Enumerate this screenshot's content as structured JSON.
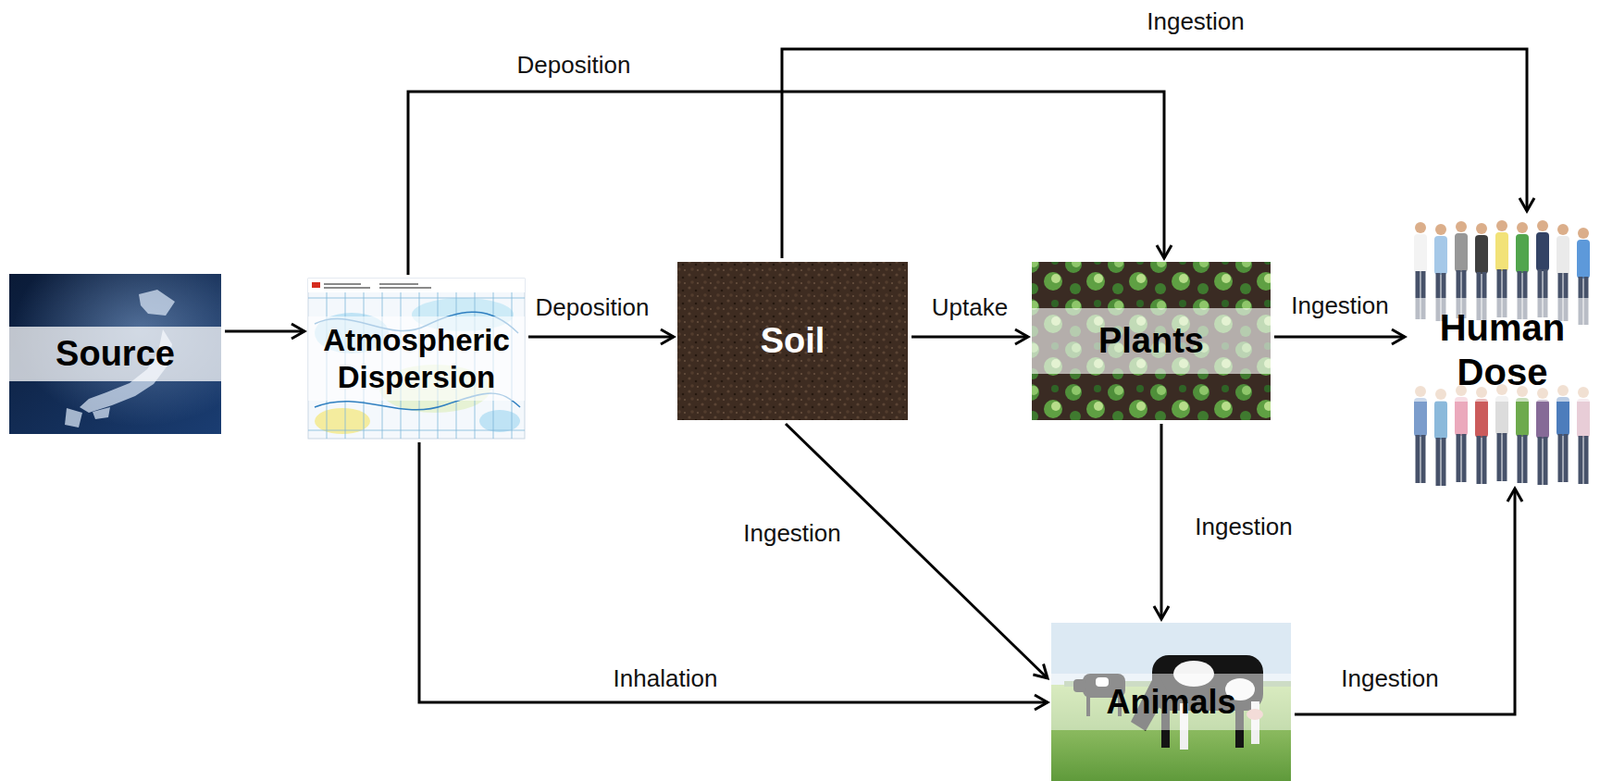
{
  "diagram": {
    "nodes": [
      {
        "text": [
          "Source"
        ]
      },
      {
        "text": [
          "Atmospheric Dispersion"
        ]
      },
      {
        "text": [
          "Soil"
        ]
      },
      {
        "text": [
          "Plants"
        ]
      },
      {
        "text": [
          "Human Dose"
        ]
      },
      {
        "text": [
          "Animals"
        ]
      }
    ],
    "edges": [
      {
        "from": 0,
        "to": 1,
        "arrow": "to"
      },
      {
        "from": 1,
        "to": 3,
        "label": "Deposition",
        "arrow": "to"
      },
      {
        "from": 1,
        "to": 2,
        "label": "Deposition",
        "arrow": "to"
      },
      {
        "from": 2,
        "to": 4,
        "label": "Ingestion",
        "arrow": "to"
      },
      {
        "from": 2,
        "to": 3,
        "label": "Uptake",
        "arrow": "to"
      },
      {
        "from": 3,
        "to": 4,
        "label": "Ingestion",
        "arrow": "to"
      },
      {
        "from": 2,
        "to": 5,
        "label": "Ingestion",
        "arrow": "to"
      },
      {
        "from": 3,
        "to": 5,
        "label": "Ingestion",
        "arrow": "to"
      },
      {
        "from": 1,
        "to": 5,
        "label": "Inhalation",
        "arrow": "to"
      },
      {
        "from": 5,
        "to": 4,
        "label": "Ingestion",
        "arrow": "to"
      }
    ]
  }
}
